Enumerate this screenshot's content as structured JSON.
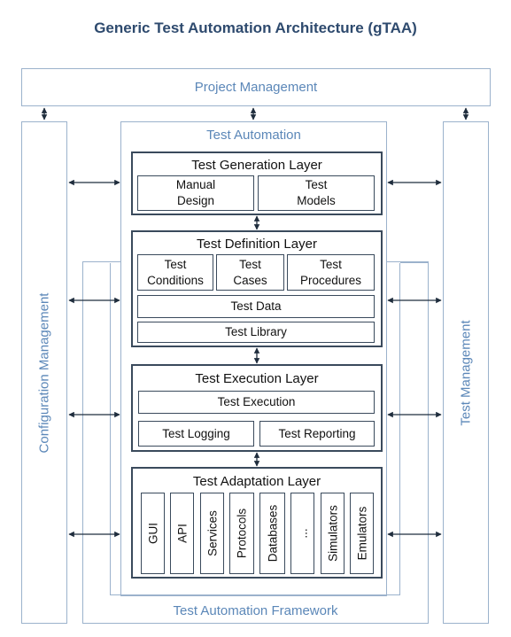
{
  "title": "Generic Test Automation Architecture (gTAA)",
  "project_management": "Project Management",
  "test_automation": "Test Automation",
  "configuration_management": "Configuration Management",
  "test_management": "Test Management",
  "framework": "Test Automation Framework",
  "generation": {
    "title": "Test Generation Layer",
    "manual": [
      "Manual",
      "Design"
    ],
    "models": [
      "Test",
      "Models"
    ]
  },
  "definition": {
    "title": "Test Definition Layer",
    "conditions": [
      "Test",
      "Conditions"
    ],
    "cases": [
      "Test",
      "Cases"
    ],
    "procedures": [
      "Test",
      "Procedures"
    ],
    "data": "Test Data",
    "library": "Test Library"
  },
  "execution": {
    "title": "Test Execution Layer",
    "execution": "Test Execution",
    "logging": "Test Logging",
    "reporting": "Test Reporting"
  },
  "adaptation": {
    "title": "Test Adaptation Layer",
    "items": [
      "GUI",
      "API",
      "Services",
      "Protocols",
      "Databases",
      "...",
      "Simulators",
      "Emulators"
    ]
  },
  "colors": {
    "title": "#2e4a6e",
    "outline_light": "#9bb2cc",
    "outline_dark": "#3a4a5c",
    "label_blue": "#5b87b8"
  }
}
